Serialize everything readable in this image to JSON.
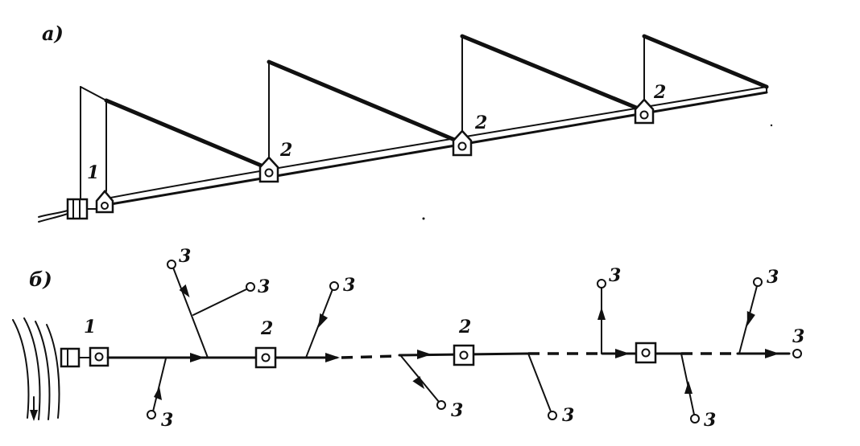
{
  "section_a_label": "а)",
  "section_b_label": "б)",
  "callouts": {
    "one": "1",
    "two": "2",
    "three": "3"
  },
  "ink_color": "#111111",
  "background_color": "#ffffff"
}
